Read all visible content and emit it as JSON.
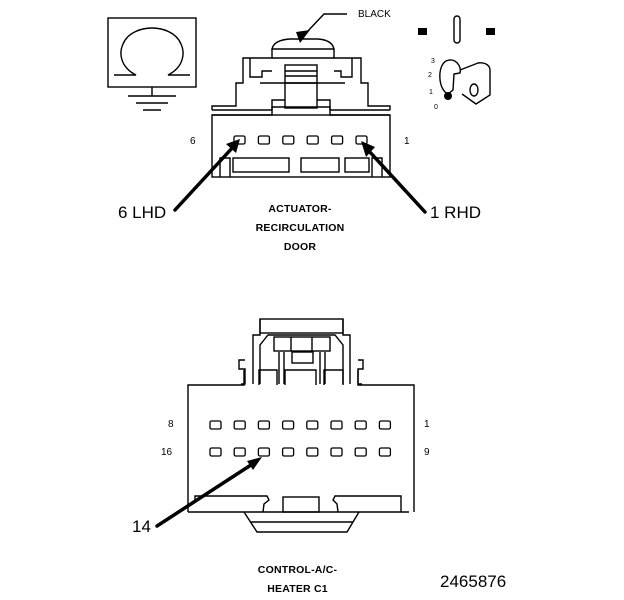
{
  "figure_id": "2465876",
  "top_connector": {
    "caption": [
      "ACTUATOR-",
      "RECIRCULATION",
      "DOOR"
    ],
    "color_callout": "BLACK",
    "pin_end_left": "6",
    "pin_end_right": "1",
    "callout_left": "6 LHD",
    "callout_right": "1 RHD",
    "pin_count": 6
  },
  "ignition_key": {
    "positions": [
      "3",
      "2",
      "1",
      "0"
    ]
  },
  "bottom_connector": {
    "caption": [
      "CONTROL-A/C-",
      "HEATER C1"
    ],
    "row1_left": "8",
    "row1_right": "1",
    "row2_left": "16",
    "row2_right": "9",
    "callout": "14",
    "pins_per_row": 8
  }
}
